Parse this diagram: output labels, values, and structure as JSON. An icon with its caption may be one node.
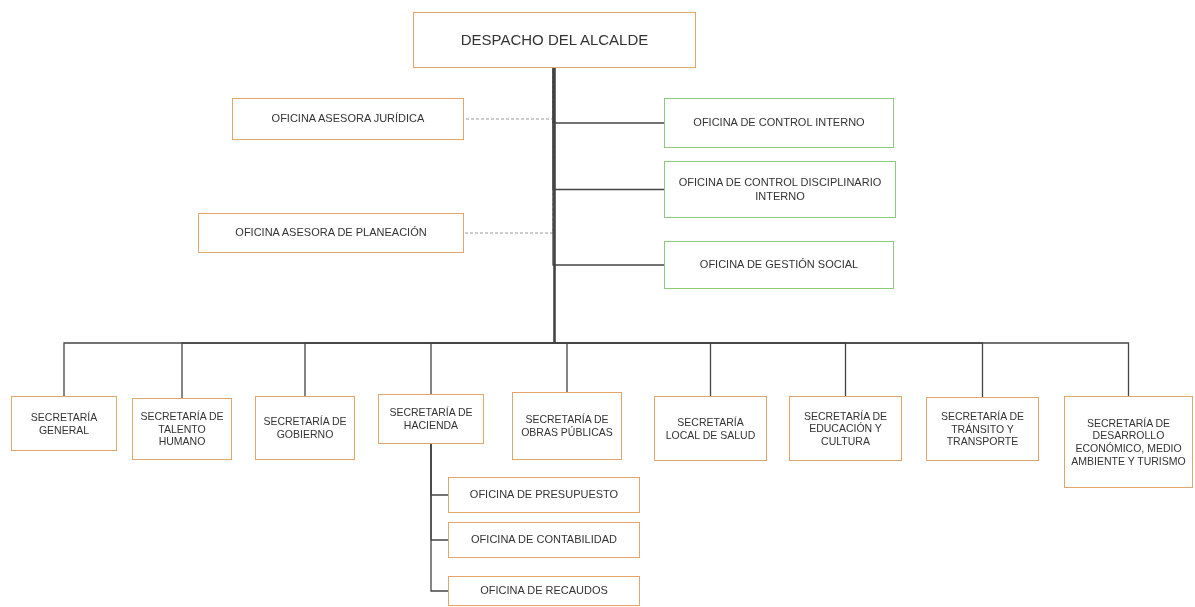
{
  "diagram": {
    "nodes": [
      {
        "text": [
          "DESPACHO DEL ALCALDE"
        ]
      },
      {
        "text": [
          "OFICINA ASESORA JURÍDICA"
        ]
      },
      {
        "text": [
          "OFICINA DE CONTROL INTERNO"
        ]
      },
      {
        "text": [
          "OFICINA DE CONTROL DISCIPLINARIO INTERNO"
        ]
      },
      {
        "text": [
          "OFICINA ASESORA DE PLANEACIÓN"
        ]
      },
      {
        "text": [
          "OFICINA DE GESTIÓN SOCIAL"
        ]
      },
      {
        "text": [
          "SECRETARÍA GENERAL"
        ]
      },
      {
        "text": [
          "SECRETARÍA DE TALENTO HUMANO"
        ]
      },
      {
        "text": [
          "SECRETARÍA DE GOBIERNO"
        ]
      },
      {
        "text": [
          "SECRETARÍA DE HACIENDA"
        ]
      },
      {
        "text": [
          "SECRETARÍA DE OBRAS PÚBLICAS"
        ]
      },
      {
        "text": [
          "SECRETARÍA LOCAL DE SALUD"
        ]
      },
      {
        "text": [
          "SECRETARÍA DE EDUCACIÓN Y CULTURA"
        ]
      },
      {
        "text": [
          "SECRETARÍA DE TRÁNSITO Y TRANSPORTE"
        ]
      },
      {
        "text": [
          "SECRETARÍA DE DESARROLLO ECONÓMICO, MEDIO AMBIENTE Y TURISMO"
        ]
      },
      {
        "text": [
          "OFICINA DE PRESUPUESTO"
        ]
      },
      {
        "text": [
          "OFICINA  DE CONTABILIDAD"
        ]
      },
      {
        "text": [
          "OFICINA DE RECAUDOS"
        ]
      }
    ],
    "edges": [
      {
        "from": 0,
        "to": 1,
        "arrow": "none",
        "style": "dashed"
      },
      {
        "from": 0,
        "to": 2,
        "arrow": "none"
      },
      {
        "from": 0,
        "to": 3,
        "arrow": "none"
      },
      {
        "from": 0,
        "to": 4,
        "arrow": "none",
        "style": "dashed"
      },
      {
        "from": 0,
        "to": 5,
        "arrow": "none"
      },
      {
        "from": 0,
        "to": 6,
        "arrow": "none"
      },
      {
        "from": 0,
        "to": 7,
        "arrow": "none"
      },
      {
        "from": 0,
        "to": 8,
        "arrow": "none"
      },
      {
        "from": 0,
        "to": 9,
        "arrow": "none"
      },
      {
        "from": 0,
        "to": 10,
        "arrow": "none"
      },
      {
        "from": 0,
        "to": 11,
        "arrow": "none"
      },
      {
        "from": 0,
        "to": 12,
        "arrow": "none"
      },
      {
        "from": 0,
        "to": 13,
        "arrow": "none"
      },
      {
        "from": 0,
        "to": 14,
        "arrow": "none"
      },
      {
        "from": 9,
        "to": 15,
        "arrow": "none"
      },
      {
        "from": 9,
        "to": 16,
        "arrow": "none"
      },
      {
        "from": 9,
        "to": 17,
        "arrow": "none"
      }
    ]
  }
}
